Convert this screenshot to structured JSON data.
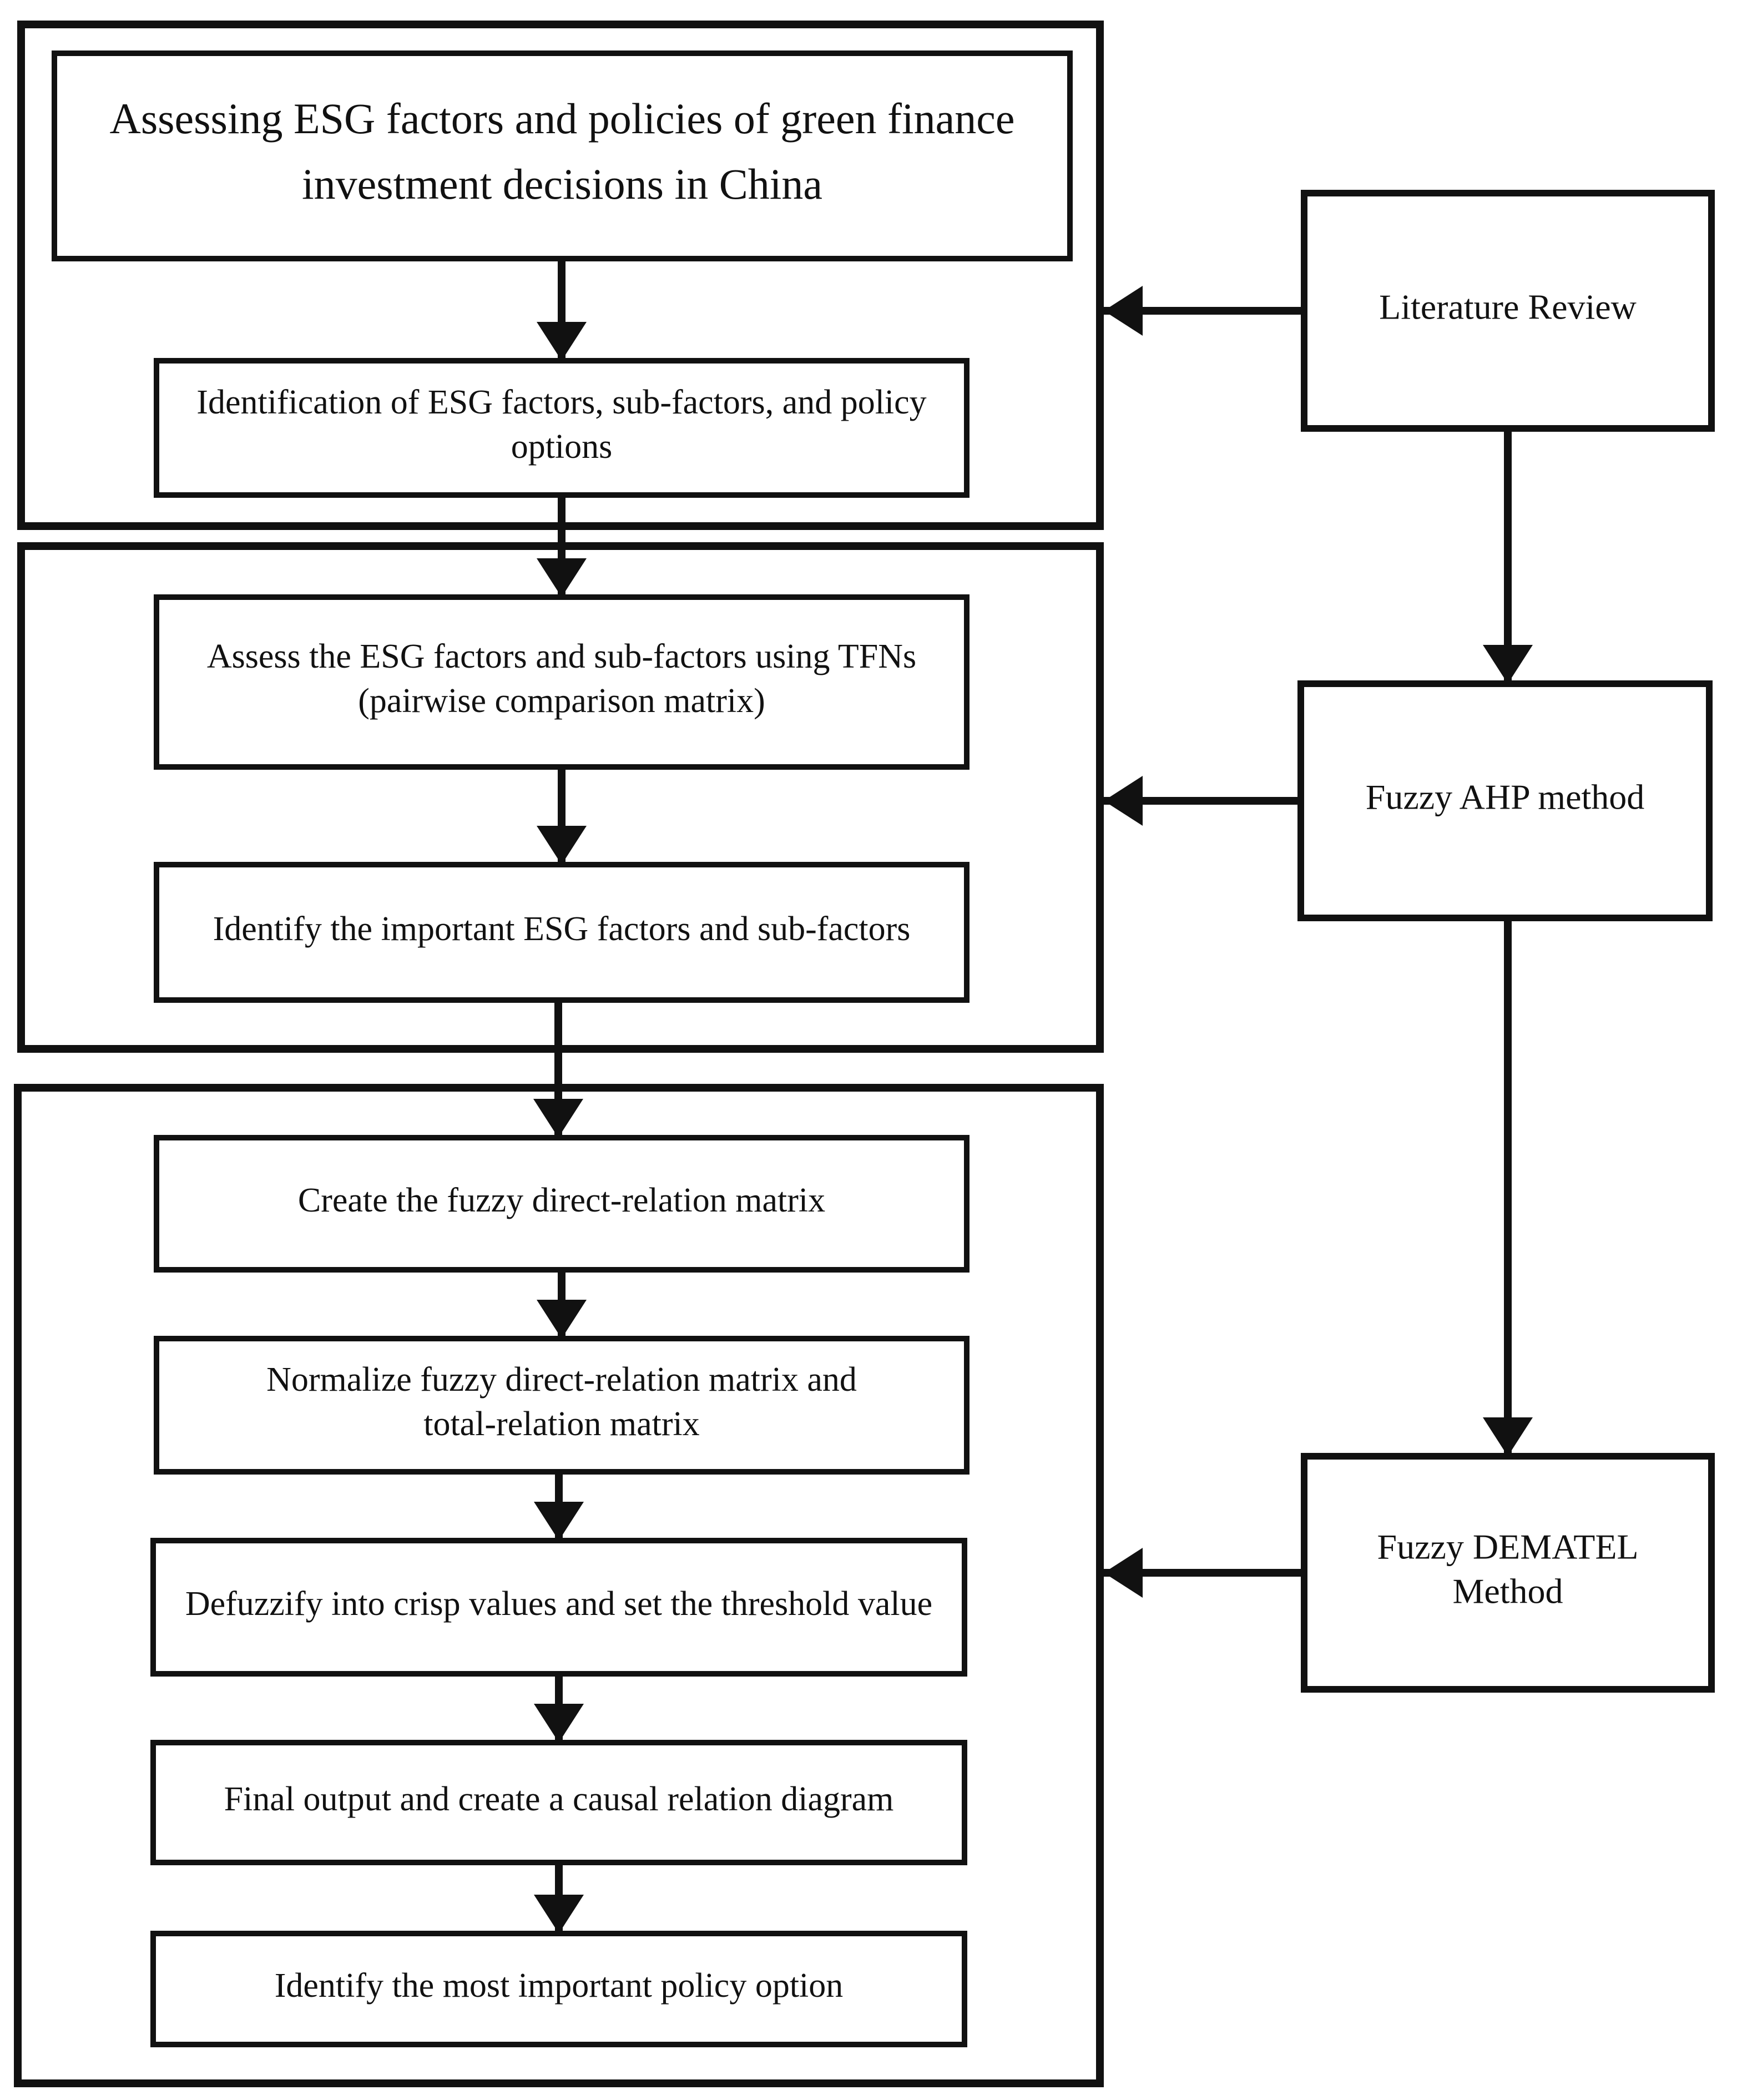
{
  "flow": {
    "title": "Assessing ESG factors and policies of green finance investment decisions in China",
    "steps": {
      "identification": "Identification of ESG factors, sub-factors, and policy options",
      "assess": "Assess the ESG factors and sub-factors using TFNs (pairwise comparison matrix)",
      "identify_important": "Identify the important ESG factors and sub-factors",
      "create_matrix": "Create the fuzzy direct-relation matrix",
      "normalize": "Normalize fuzzy direct-relation matrix and total-relation matrix",
      "defuzzify": "Defuzzify into crisp values and set the threshold value",
      "final_output": "Final output and create a causal relation diagram",
      "most_important": "Identify the most important policy option"
    }
  },
  "methods": {
    "literature_review": "Literature Review",
    "fuzzy_ahp": "Fuzzy AHP method",
    "fuzzy_dematel": "Fuzzy DEMATEL Method"
  },
  "colors": {
    "stroke": "#111111",
    "background": "#ffffff"
  }
}
